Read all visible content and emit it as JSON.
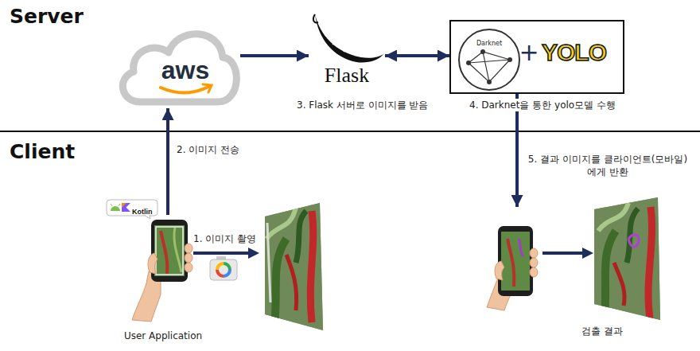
{
  "diagram": {
    "nodes": [
      {
        "text": [
          "aws"
        ]
      },
      {
        "text": [
          "Flask"
        ]
      },
      {
        "text": [
          "Darknet",
          "+",
          "YOLO"
        ]
      },
      {
        "text": [
          "Kotlin"
        ]
      },
      {
        "text": [
          "User Application"
        ]
      },
      {
        "text": [
          "검출 결과"
        ]
      }
    ],
    "edges": [
      {
        "from": 4,
        "to": 0,
        "label": "2. 이미지 전송",
        "arrow": "to"
      },
      {
        "from": 0,
        "to": 1,
        "arrow": "to"
      },
      {
        "from": 1,
        "to": 2,
        "arrow": "both"
      },
      {
        "from": 2,
        "to": 5,
        "label": "5. 결과 이미지를 클라이언트(모바일) 에게 반환",
        "arrow": "to"
      }
    ],
    "labels": [
      "Server",
      "Client",
      "3. Flask 서버로 이미지를 받음",
      "4. Darknet을 통한 yolo모델 수행",
      "1. 이미지 촬영"
    ]
  }
}
